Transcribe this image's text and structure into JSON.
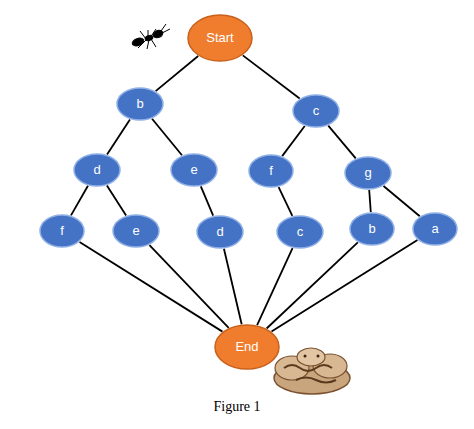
{
  "diagram": {
    "caption": "Figure 1",
    "nodes": [
      {
        "text": [
          "Start"
        ]
      },
      {
        "text": [
          "b"
        ]
      },
      {
        "text": [
          "c"
        ]
      },
      {
        "text": [
          "d"
        ]
      },
      {
        "text": [
          "e"
        ]
      },
      {
        "text": [
          "f"
        ]
      },
      {
        "text": [
          "g"
        ]
      },
      {
        "text": [
          "f"
        ]
      },
      {
        "text": [
          "e"
        ]
      },
      {
        "text": [
          "d"
        ]
      },
      {
        "text": [
          "c"
        ]
      },
      {
        "text": [
          "b"
        ]
      },
      {
        "text": [
          "a"
        ]
      },
      {
        "text": [
          "End"
        ]
      }
    ],
    "edges": [
      {
        "from": 0,
        "to": 1,
        "arrow": "none"
      },
      {
        "from": 0,
        "to": 2,
        "arrow": "none"
      },
      {
        "from": 1,
        "to": 3,
        "arrow": "none"
      },
      {
        "from": 1,
        "to": 4,
        "arrow": "none"
      },
      {
        "from": 2,
        "to": 5,
        "arrow": "none"
      },
      {
        "from": 2,
        "to": 6,
        "arrow": "none"
      },
      {
        "from": 3,
        "to": 7,
        "arrow": "none"
      },
      {
        "from": 3,
        "to": 8,
        "arrow": "none"
      },
      {
        "from": 4,
        "to": 9,
        "arrow": "none"
      },
      {
        "from": 5,
        "to": 10,
        "arrow": "none"
      },
      {
        "from": 6,
        "to": 11,
        "arrow": "none"
      },
      {
        "from": 6,
        "to": 12,
        "arrow": "none"
      },
      {
        "from": 7,
        "to": 13,
        "arrow": "none"
      },
      {
        "from": 8,
        "to": 13,
        "arrow": "none"
      },
      {
        "from": 9,
        "to": 13,
        "arrow": "none"
      },
      {
        "from": 10,
        "to": 13,
        "arrow": "none"
      },
      {
        "from": 11,
        "to": 13,
        "arrow": "none"
      },
      {
        "from": 12,
        "to": 13,
        "arrow": "none"
      }
    ]
  }
}
